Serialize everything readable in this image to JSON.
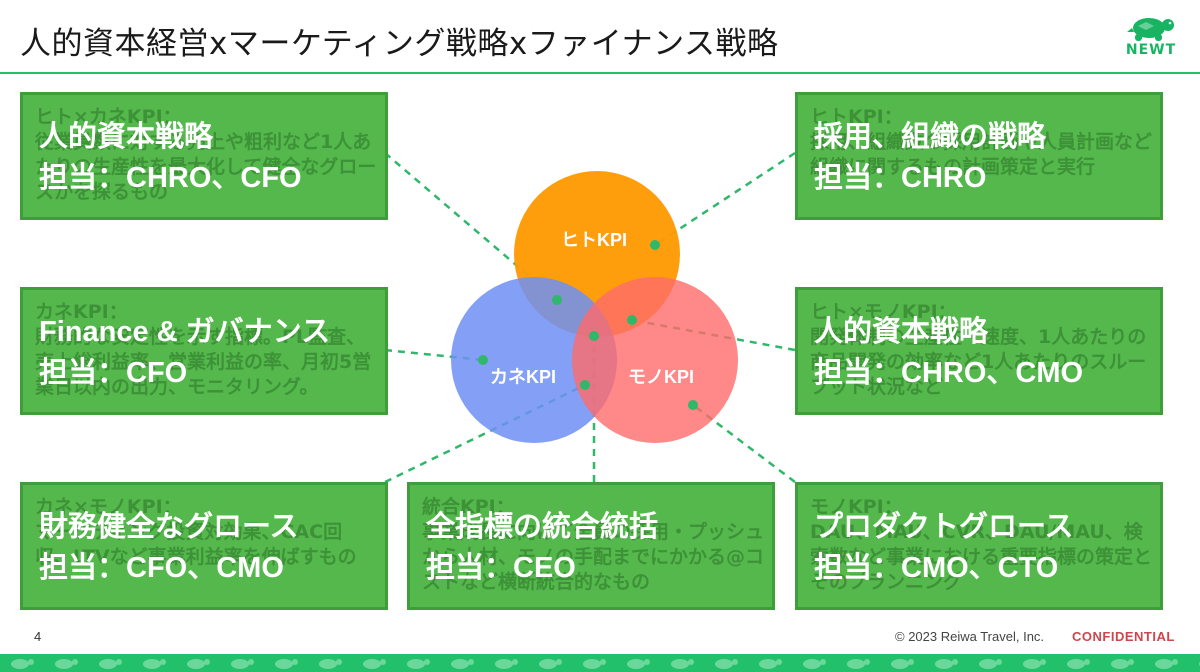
{
  "slide": {
    "title": "人的資本経営xマーケティング戦略xファイナンス戦略",
    "page_number": "4",
    "copyright": "© 2023 Reiwa Travel, Inc.",
    "confidential": "CONFIDENTIAL"
  },
  "logo": {
    "text": "NEWT",
    "icon": "turtle-icon",
    "color": "#19b461"
  },
  "venn": {
    "hito": {
      "label": "ヒトKPI",
      "color": "#ff9900"
    },
    "kane": {
      "label": "カネKPI",
      "color": "#6d8ff5"
    },
    "mono": {
      "label": "モノKPI",
      "color": "#ff6a6a"
    }
  },
  "cards": {
    "top_left": {
      "hidden": "ヒト×カネKPI：\n従業員数に対する売上や粗利など1人あたりの生産性を最大化して健全なグロースかを探るもの",
      "line1": "人的資本戦略",
      "line2": "担当：CHRO、CFO"
    },
    "mid_left": {
      "hidden": "カネKPI：\n財務的な安定性を示す指標。PL監査、売上総利益率、営業利益の率、月初5営業日以内の出力、モニタリング。",
      "line1": "Finance & ガバナンス",
      "line2": "担当：CFO"
    },
    "bottom_left": {
      "hidden": "カネ×モノKPI：\nマーケティング投資対効果、CAC回収、LTVなど事業利益率を伸ばすもの",
      "line1": "財務健全なグロース",
      "line2": "担当：CFO、CMO"
    },
    "bottom_center": {
      "hidden": "統合KPI：\n事業成長に向けて全員の採用・プッシュから人材、モノの手配までにかかる@コストなど横断統合的なもの",
      "line1": "全指標の統合統括",
      "line2": "担当：CEO"
    },
    "top_right": {
      "hidden": "ヒトKPI：\n採用、組織数の採用計画や人員計画など組織に関するもの計画策定と実行",
      "line1": "採用、組織の戦略",
      "line2": "担当：CHRO"
    },
    "mid_right": {
      "hidden": "ヒト×モノKPI：\n開発体制の生産性・速度、1人あたりの商品開発の効率など1人あたりのスループット状況など",
      "line1": "人的資本戦略",
      "line2": "担当：CHRO、CMO"
    },
    "bottom_right": {
      "hidden": "モノKPI：\nDAU、MAU、CVR、DAU/MAU、検索数など事業における重要指標の策定とそのプランニング",
      "line1": "プロダクトグロース",
      "line2": "担当：CMO、CTO"
    }
  },
  "colors": {
    "accent": "#22c06b",
    "card": "#55b84d",
    "card_border": "#3e9e3a",
    "connector": "#2fb86a",
    "confidential": "#d0454c"
  }
}
